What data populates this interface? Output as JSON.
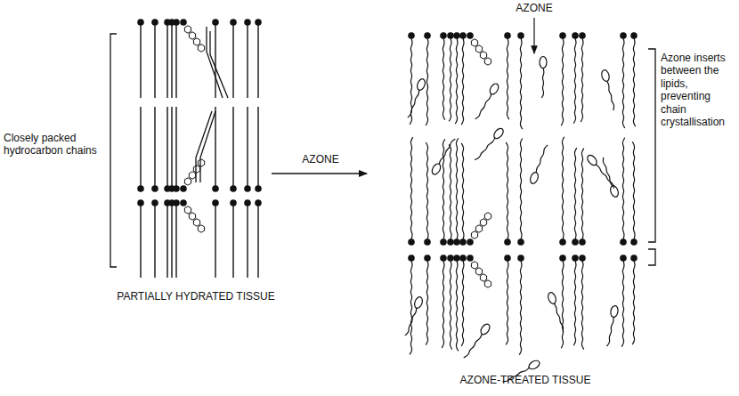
{
  "diagram": {
    "labels": [
      "Closely packed hydrocarbon chains",
      "AZONE",
      "AZONE",
      "Azone inserts between the lipids, preventing chain crystallisation",
      "PARTIALLY HYDRATED TISSUE",
      "AZONE-TREATED TISSUE"
    ]
  }
}
